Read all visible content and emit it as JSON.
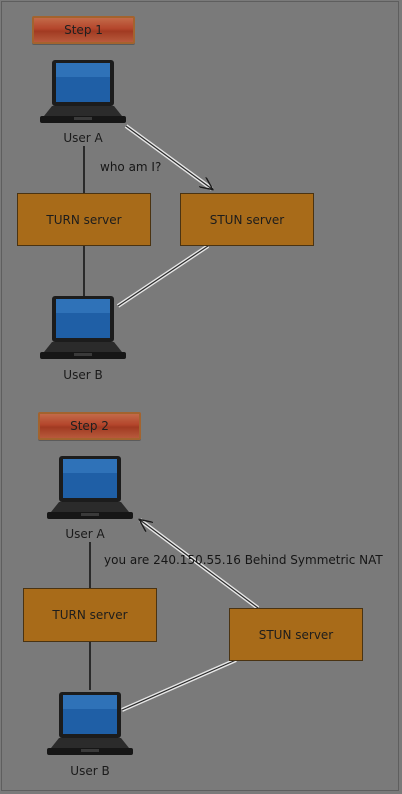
{
  "step1": {
    "title": "Step 1",
    "user_a": "User A",
    "user_b": "User B",
    "turn_label": "TURN server",
    "stun_label": "STUN server",
    "message": "who am I?"
  },
  "step2": {
    "title": "Step 2",
    "user_a": "User A",
    "user_b": "User B",
    "turn_label": "TURN server",
    "stun_label": "STUN server",
    "message": "you are 240.150.55.16 Behind Symmetric NAT"
  },
  "colors": {
    "background": "#7a7a7a",
    "server_fill": "#a86b19",
    "step_badge": "#b4452b",
    "laptop_screen": "#1f5fa6"
  },
  "icons": {
    "client": "laptop-icon"
  }
}
